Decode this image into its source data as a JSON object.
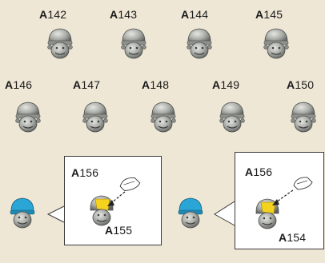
{
  "parts_row1": [
    {
      "prefix": "A",
      "number": "142"
    },
    {
      "prefix": "A",
      "number": "143"
    },
    {
      "prefix": "A",
      "number": "144"
    },
    {
      "prefix": "A",
      "number": "145"
    }
  ],
  "parts_row2": [
    {
      "prefix": "A",
      "number": "146"
    },
    {
      "prefix": "A",
      "number": "147"
    },
    {
      "prefix": "A",
      "number": "148"
    },
    {
      "prefix": "A",
      "number": "149"
    },
    {
      "prefix": "A",
      "number": "150"
    }
  ],
  "callout_left": {
    "top_label": {
      "prefix": "A",
      "number": "156"
    },
    "bottom_label": {
      "prefix": "A",
      "number": "155"
    }
  },
  "callout_right": {
    "top_label": {
      "prefix": "A",
      "number": "156"
    },
    "bottom_label": {
      "prefix": "A",
      "number": "154"
    }
  },
  "colors": {
    "background": "#efe7d6",
    "part_grey": "#a9aba7",
    "accent_blue": "#2aa6d6",
    "accent_yellow": "#f4d21e"
  }
}
